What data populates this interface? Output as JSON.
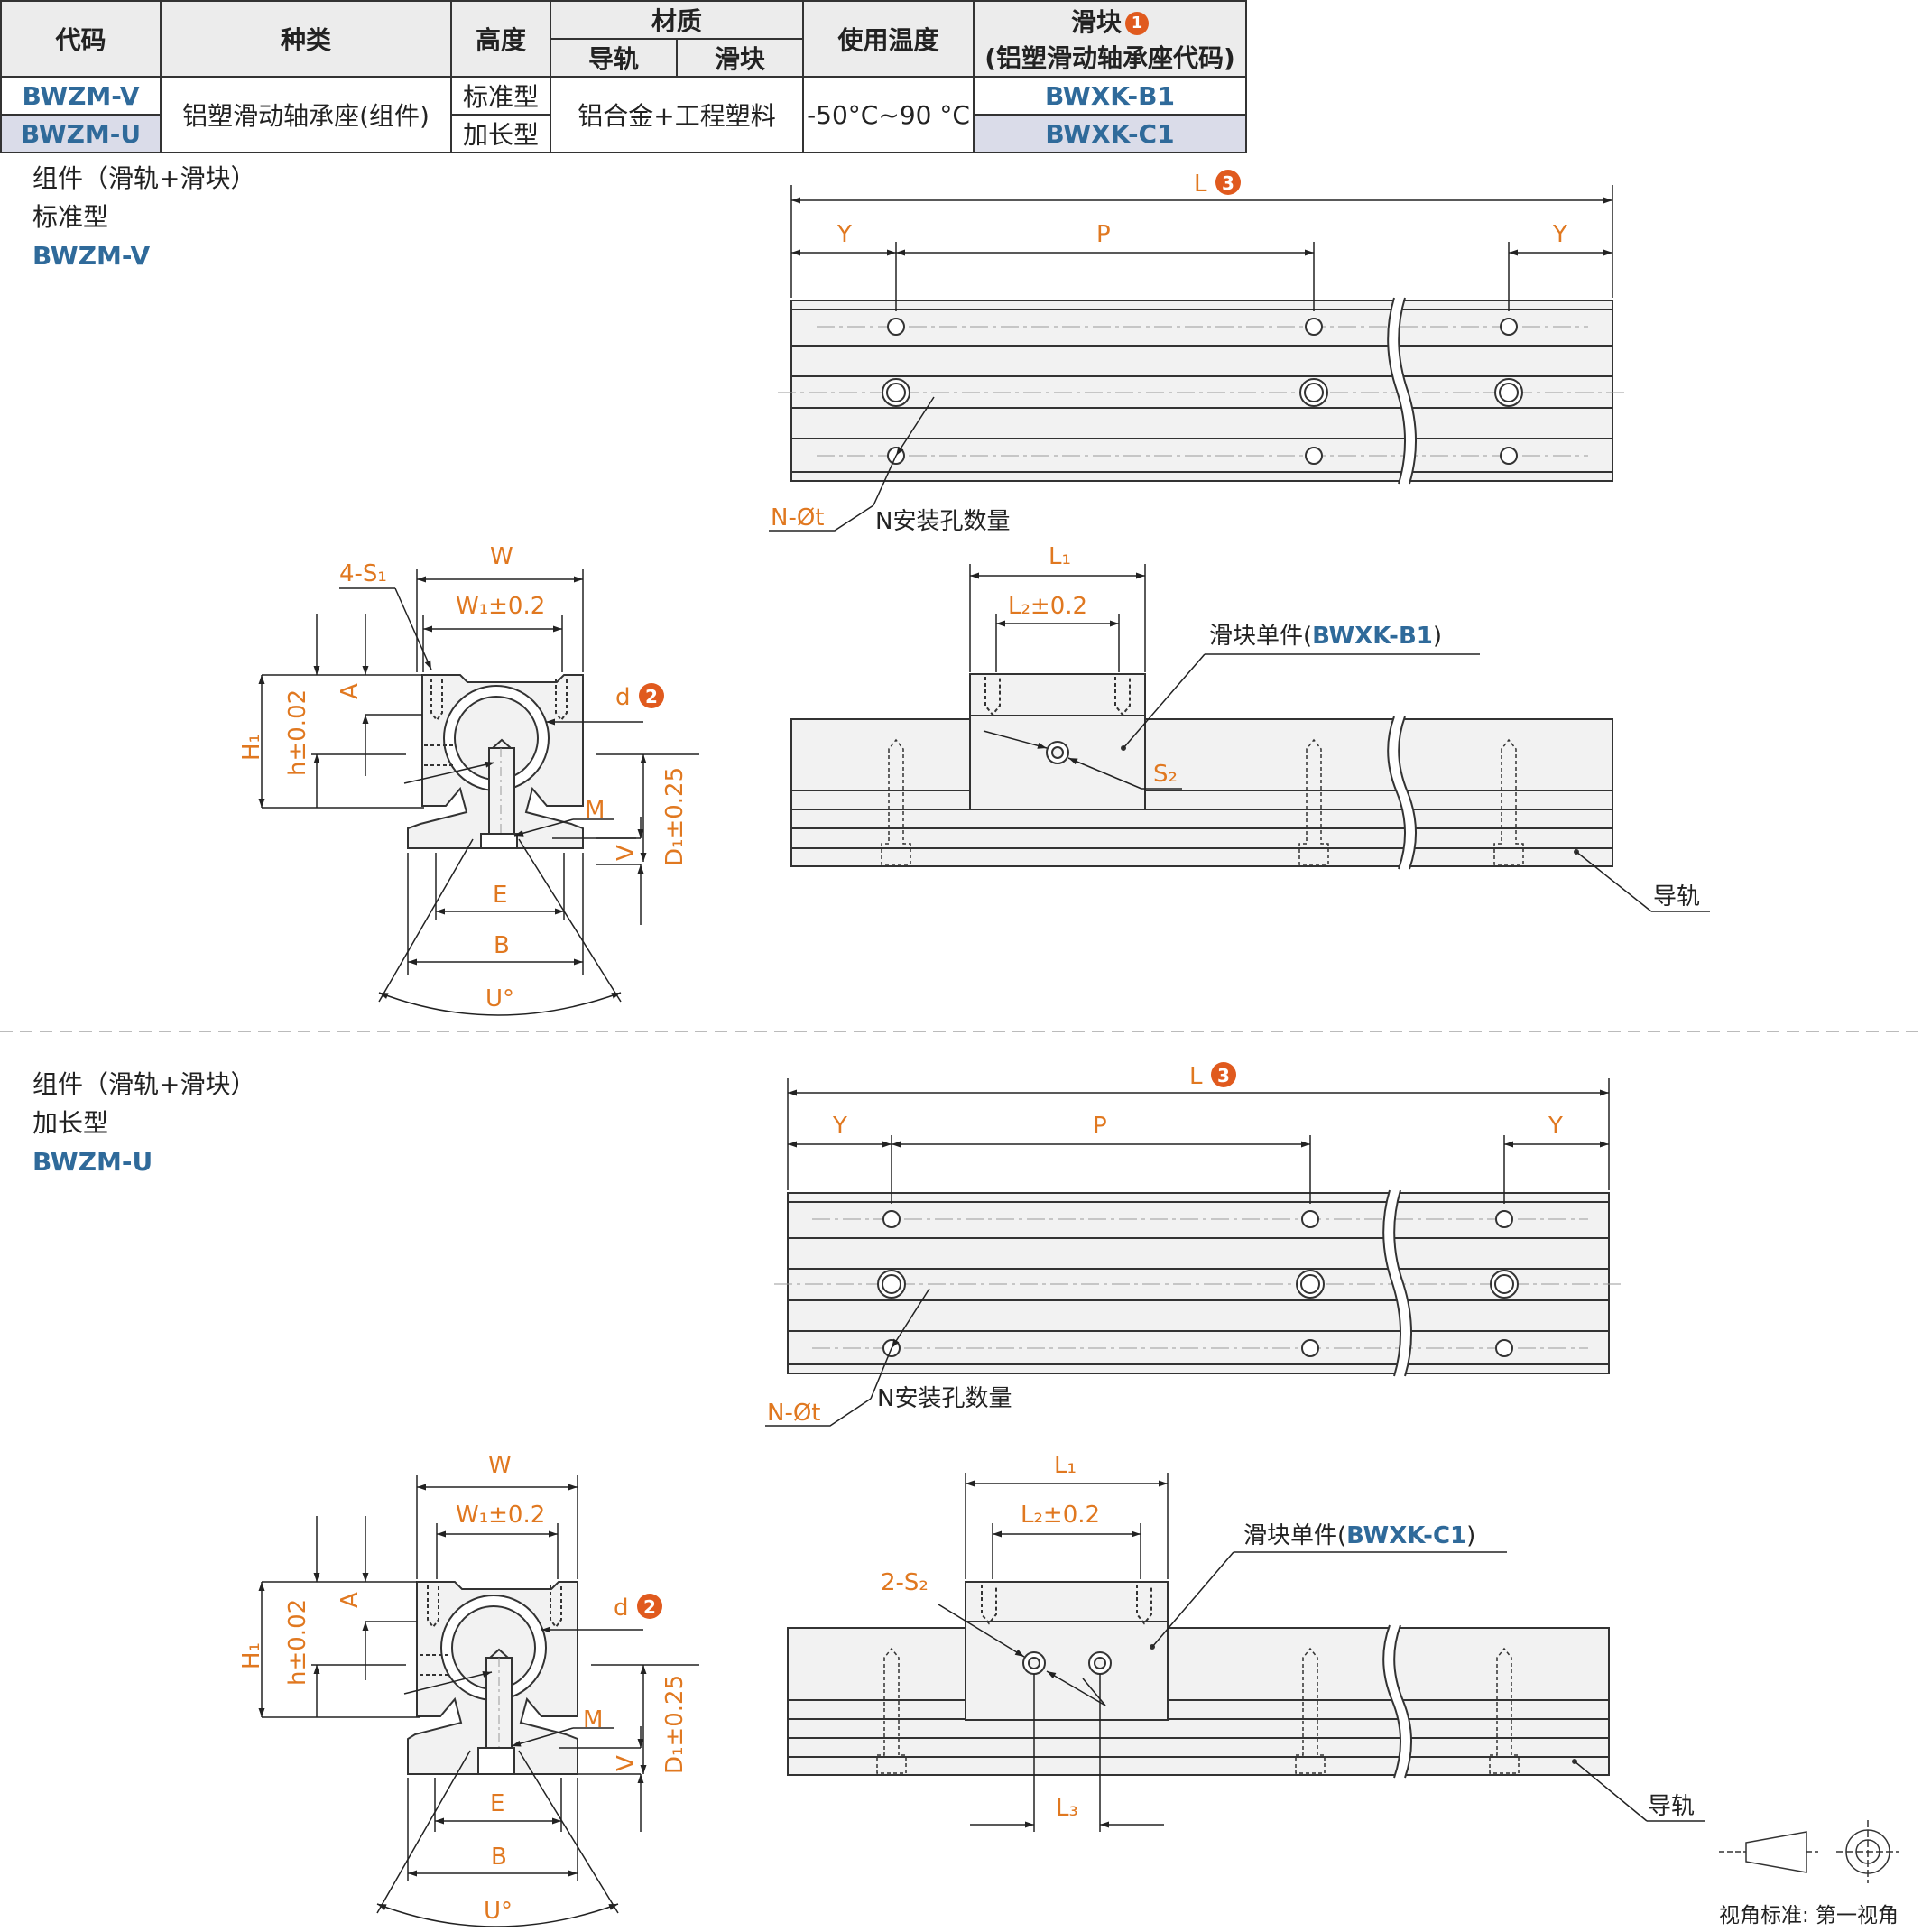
{
  "table": {
    "headers": {
      "code": "代码",
      "type": "种类",
      "height": "高度",
      "material": "材质",
      "rail": "导轨",
      "slider": "滑块",
      "temp": "使用温度",
      "slider_code_title": "滑块",
      "slider_code_badge": "1",
      "slider_code_sub": "(铝塑滑动轴承座代码)"
    },
    "rows": [
      {
        "code": "BWZM-V",
        "height": "标准型",
        "slider_code": "BWXK-B1"
      },
      {
        "code": "BWZM-U",
        "height": "加长型",
        "slider_code": "BWXK-C1"
      }
    ],
    "type_value": "铝塑滑动轴承座(组件)",
    "material_value": "铝合金+工程塑料",
    "temp_value": "-50°C~90 °C"
  },
  "sections": [
    {
      "title": "组件（滑轨+滑块）",
      "subtitle": "标准型",
      "code": "BWZM-V"
    },
    {
      "title": "组件（滑轨+滑块）",
      "subtitle": "加长型",
      "code": "BWZM-U"
    }
  ],
  "labels": {
    "L": "L",
    "badge3": "3",
    "Y": "Y",
    "P": "P",
    "Nt": "N-Øt",
    "N_holes": "N安装孔数量",
    "W": "W",
    "W1": "W₁±0.2",
    "S1": "4-S₁",
    "A": "A",
    "H1": "H₁",
    "h": "h±0.02",
    "d": "d",
    "badge2": "2",
    "M": "M",
    "V": "V",
    "D1": "D₁±0.25",
    "E": "E",
    "B": "B",
    "U": "U°",
    "L1": "L₁",
    "L2": "L₂±0.2",
    "L3": "L₃",
    "S2": "S₂",
    "S2b": "2-S₂",
    "slider_unit_prefix": "滑块单件(",
    "slider_unit_suffix": ")",
    "rail": "导轨",
    "view": "视角标准: 第一视角"
  },
  "colors": {
    "accent": "#e05a1e",
    "code": "#2f6a9a",
    "orange": "#e07820",
    "line": "#333333"
  }
}
